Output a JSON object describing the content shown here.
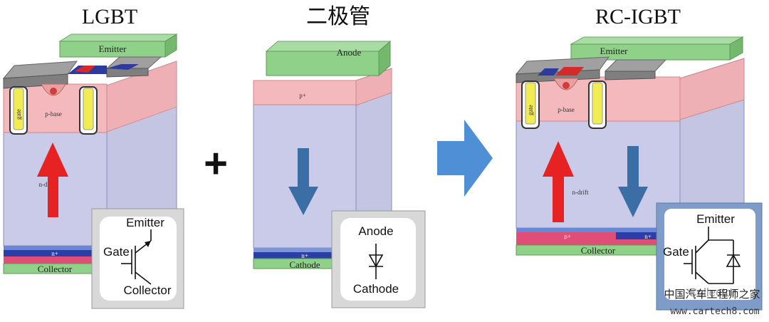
{
  "titles": {
    "igbt": "LGBT",
    "diode": "二极管",
    "rcigbt": "RC-IGBT"
  },
  "operators": {
    "plus": "+"
  },
  "igbt": {
    "emitter": "Emitter",
    "gate": "gate",
    "pbase": "p-base",
    "ndrift": "n-drift",
    "nplus": "n+",
    "collector": "Collector",
    "symbol": {
      "emitter": "Emitter",
      "gate": "Gate",
      "collector": "Collector"
    }
  },
  "diode": {
    "anode": "Anode",
    "pplus": "p+",
    "nplus": "n+",
    "cathode": "Cathode",
    "symbol": {
      "anode": "Anode",
      "cathode": "Cathode"
    }
  },
  "rcigbt": {
    "emitter": "Emitter",
    "gate": "gate",
    "pbase": "p-base",
    "ndrift": "n-drift",
    "pplus": "p+",
    "nplus": "n+",
    "collector": "Collector",
    "symbol": {
      "emitter": "Emitter",
      "gate": "Gate",
      "collector": "Collector"
    }
  },
  "watermark": {
    "name": "中国汽车工程师之家",
    "url": "www.cartech8.com"
  },
  "colors": {
    "drift": "#c9cbe8",
    "pbase": "#f4b9bd",
    "emitter": "#8fd189",
    "metal": "#9a9a9a",
    "arrow_red": "#e62222",
    "arrow_blue": "#3a6ea5",
    "flow_arrow": "#4f8fd6"
  }
}
